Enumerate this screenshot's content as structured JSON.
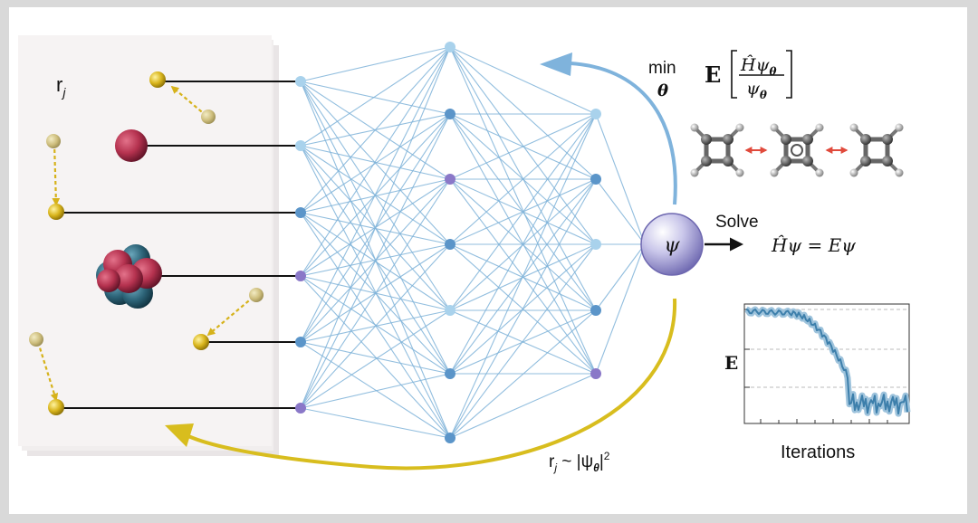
{
  "labels": {
    "r_j": "r",
    "r_j_sub": "j",
    "min": "min",
    "theta": "θ",
    "expectation": "E",
    "h_psi": "Ĥψ",
    "theta_sub": "θ",
    "psi_den": "ψ",
    "psi_node": "ψ",
    "solve": "Solve",
    "schrodinger": "Ĥψ = Eψ",
    "plot_ylabel": "E",
    "plot_xlabel": "Iterations",
    "sampling_r": "r",
    "sampling_sub": "j",
    "sampling_rest": " ~ |ψ",
    "sampling_theta": "θ",
    "sampling_end": "|",
    "sampling_sup": "2"
  },
  "colors": {
    "network_edge": "#7fb3d9",
    "node_light": "#a9d2ec",
    "node_mid": "#5b95c9",
    "node_purple": "#8a78c8",
    "arrow_blue": "#7fb3dc",
    "arrow_yellow": "#d8bd1e",
    "electron": "#d6b21a",
    "electron_faded": "#cdbd7c",
    "proton": "#b5324f",
    "neutron": "#2d6478",
    "energy_curve": "#3d7fab",
    "red_arrow": "#e04a3c"
  }
}
